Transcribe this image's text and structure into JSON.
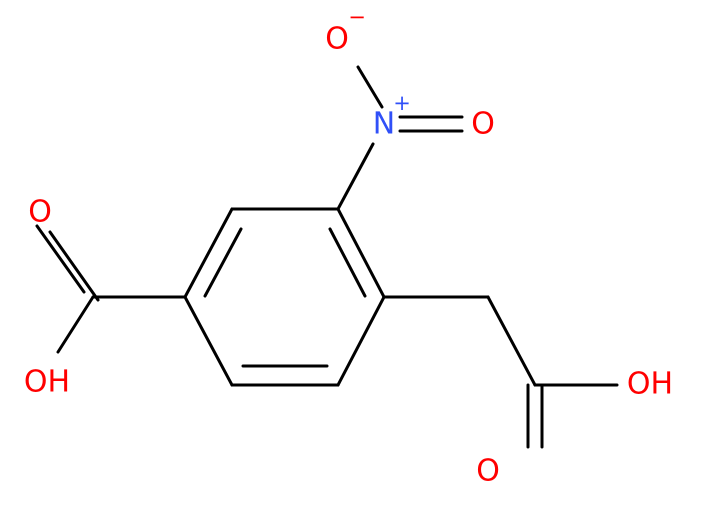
{
  "atoms": {
    "o_carboxyl_left_top": "O",
    "oh_carboxyl_left": "OH",
    "n_nitro": "N",
    "n_charge": "+",
    "o_nitro_top": "O",
    "o_nitro_top_charge": "−",
    "o_nitro_right": "O",
    "oh_acetic": "OH",
    "o_acetic_bottom": "O"
  },
  "colors": {
    "oxygen": "#ff0000",
    "nitrogen": "#3050f8",
    "bond": "#000000"
  }
}
